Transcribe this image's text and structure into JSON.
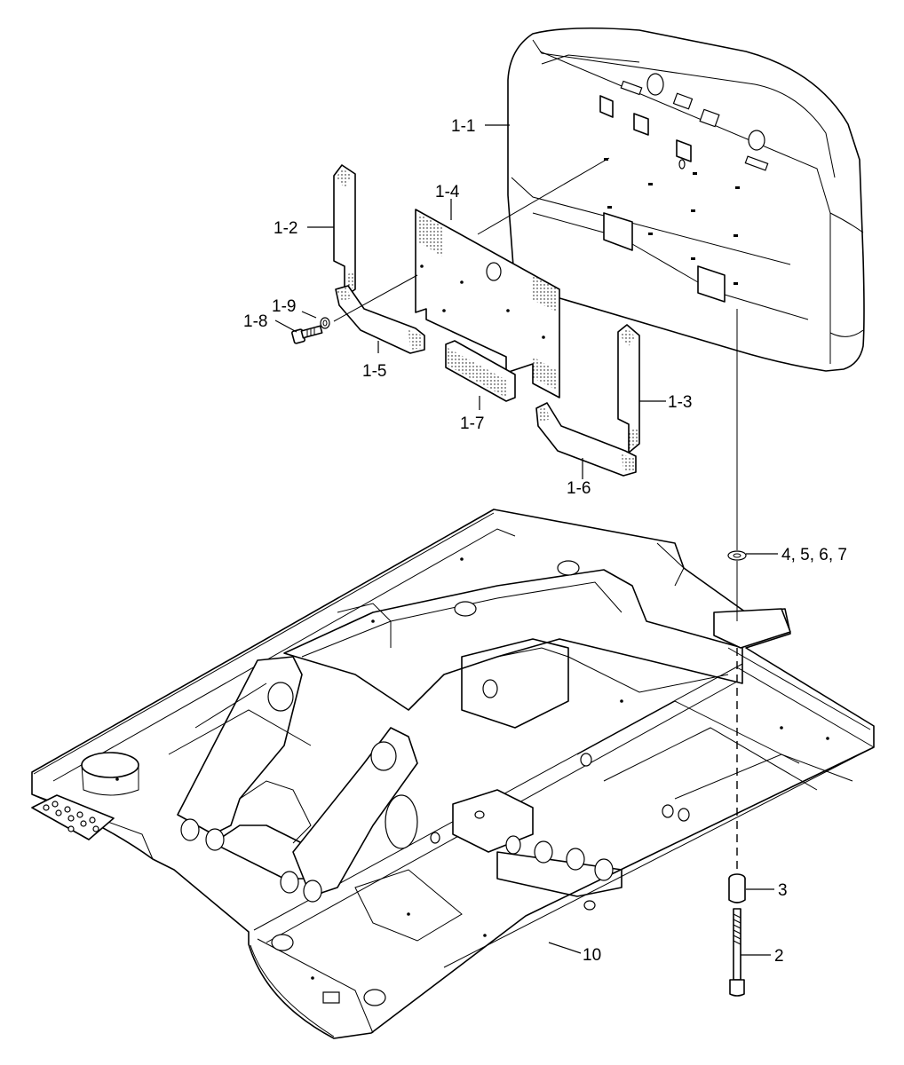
{
  "labels": {
    "l_1_1": "1-1",
    "l_1_2": "1-2",
    "l_1_3": "1-3",
    "l_1_4": "1-4",
    "l_1_5": "1-5",
    "l_1_6": "1-6",
    "l_1_7": "1-7",
    "l_1_8": "1-8",
    "l_1_9": "1-9",
    "l_2": "2",
    "l_3": "3",
    "l_4567": "4, 5, 6, 7",
    "l_10": "10"
  }
}
